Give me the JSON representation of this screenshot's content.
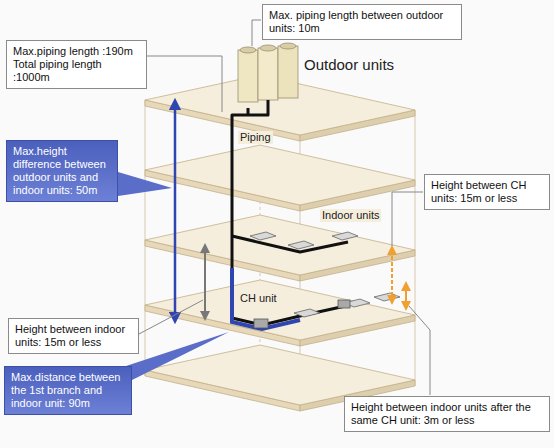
{
  "diagram": {
    "nodes": [
      {
        "text": [
          "Max.piping length :190m",
          "Total piping length :1000m"
        ]
      },
      {
        "text": [
          "Max. piping length between outdoor units: 10m"
        ]
      },
      {
        "text": [
          "Max.height difference between outdoor units and indoor units: 50m"
        ]
      },
      {
        "text": [
          "Height between CH units: 15m or less"
        ]
      },
      {
        "text": [
          "Height between indoor units: 15m or less"
        ]
      },
      {
        "text": [
          "Max.distance between the 1st branch and indoor unit: 90m"
        ]
      },
      {
        "text": [
          "Height between indoor units after the same CH unit: 3m or less"
        ]
      }
    ],
    "labels": [
      "Outdoor units",
      "Piping",
      "Indoor units",
      "CH unit"
    ]
  }
}
